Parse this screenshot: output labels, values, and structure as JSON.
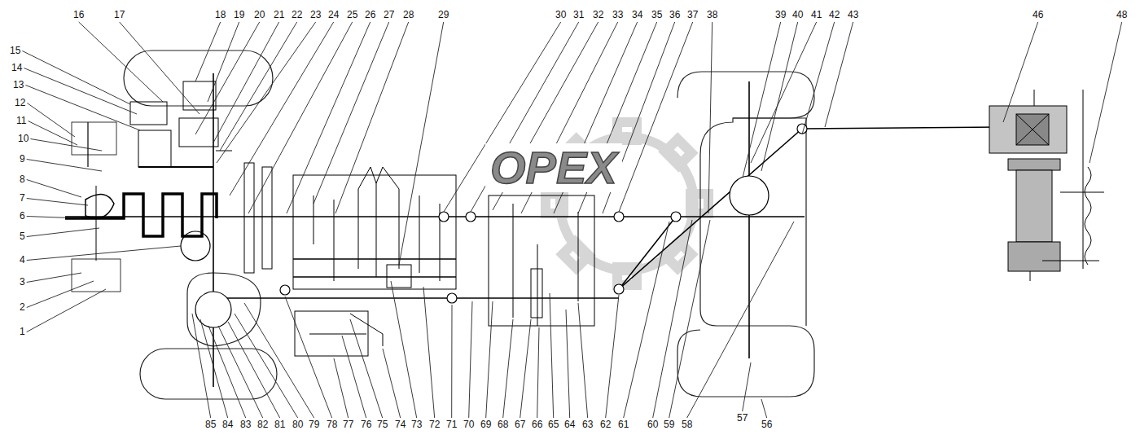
{
  "diagram": {
    "labels": [
      "16",
      "17",
      "18",
      "19",
      "20",
      "21",
      "22",
      "23",
      "24",
      "25",
      "26",
      "27",
      "28",
      "29",
      "30",
      "31",
      "32",
      "33",
      "34",
      "35",
      "36",
      "37",
      "38",
      "39",
      "40",
      "41",
      "42",
      "43",
      "46",
      "48",
      "15",
      "14",
      "13",
      "12",
      "11",
      "10",
      "9",
      "8",
      "7",
      "6",
      "5",
      "4",
      "3",
      "2",
      "1",
      "OPEX",
      "85",
      "84",
      "83",
      "82",
      "81",
      "80",
      "79",
      "78",
      "77",
      "76",
      "75",
      "74",
      "73",
      "72",
      "71",
      "70",
      "69",
      "68",
      "67",
      "66",
      "65",
      "64",
      "63",
      "62",
      "61",
      "60",
      "59",
      "58",
      "57",
      "56"
    ]
  }
}
